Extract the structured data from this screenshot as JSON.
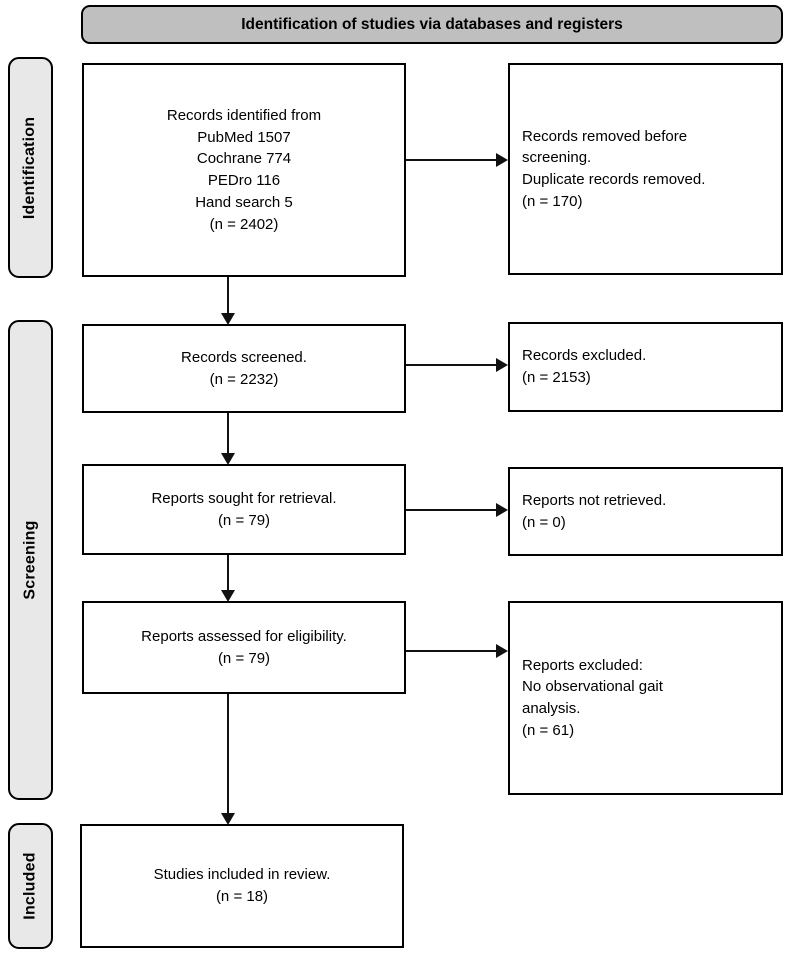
{
  "banner": {
    "title": "Identification of studies via databases and registers"
  },
  "stage_labels": {
    "identification": "Identification",
    "screening": "Screening",
    "included": "Included"
  },
  "flow": {
    "identified": "Records identified from\nPubMed 1507\nCochrane 774\nPEDro 116\nHand search 5\n(n = 2402)",
    "removed_before_screening": "Records removed before\nscreening.\nDuplicate records removed.\n(n = 170)",
    "screened": "Records screened.\n(n = 2232)",
    "records_excluded": "Records excluded.\n(n = 2153)",
    "sought_for_retrieval": "Reports sought for retrieval.\n(n = 79)",
    "not_retrieved": "Reports not retrieved.\n(n = 0)",
    "assessed_for_eligibility": "Reports assessed for eligibility.\n(n = 79)",
    "reports_excluded": "Reports excluded:\nNo observational gait\nanalysis.\n(n = 61)",
    "included_in_review": "Studies included in review.\n(n = 18)"
  },
  "colors": {
    "banner_fill": "#bfbfbf",
    "stage_fill": "#e8e8e8",
    "box_fill": "#ffffff",
    "border": "#000000"
  }
}
